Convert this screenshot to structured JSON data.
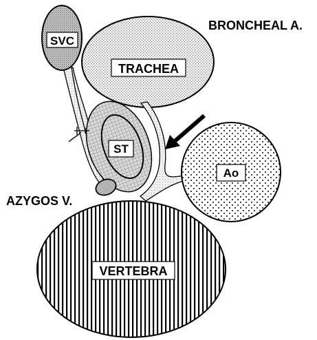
{
  "labels": {
    "svc": "SVC",
    "trachea": "TRACHEA",
    "bronchial_artery": "BRONCHEAL A.",
    "subcarinal_tissue": "ST",
    "aorta": "Ao",
    "azygos_vein": "AZYGOS V.",
    "vertebra": "VERTEBRA"
  }
}
